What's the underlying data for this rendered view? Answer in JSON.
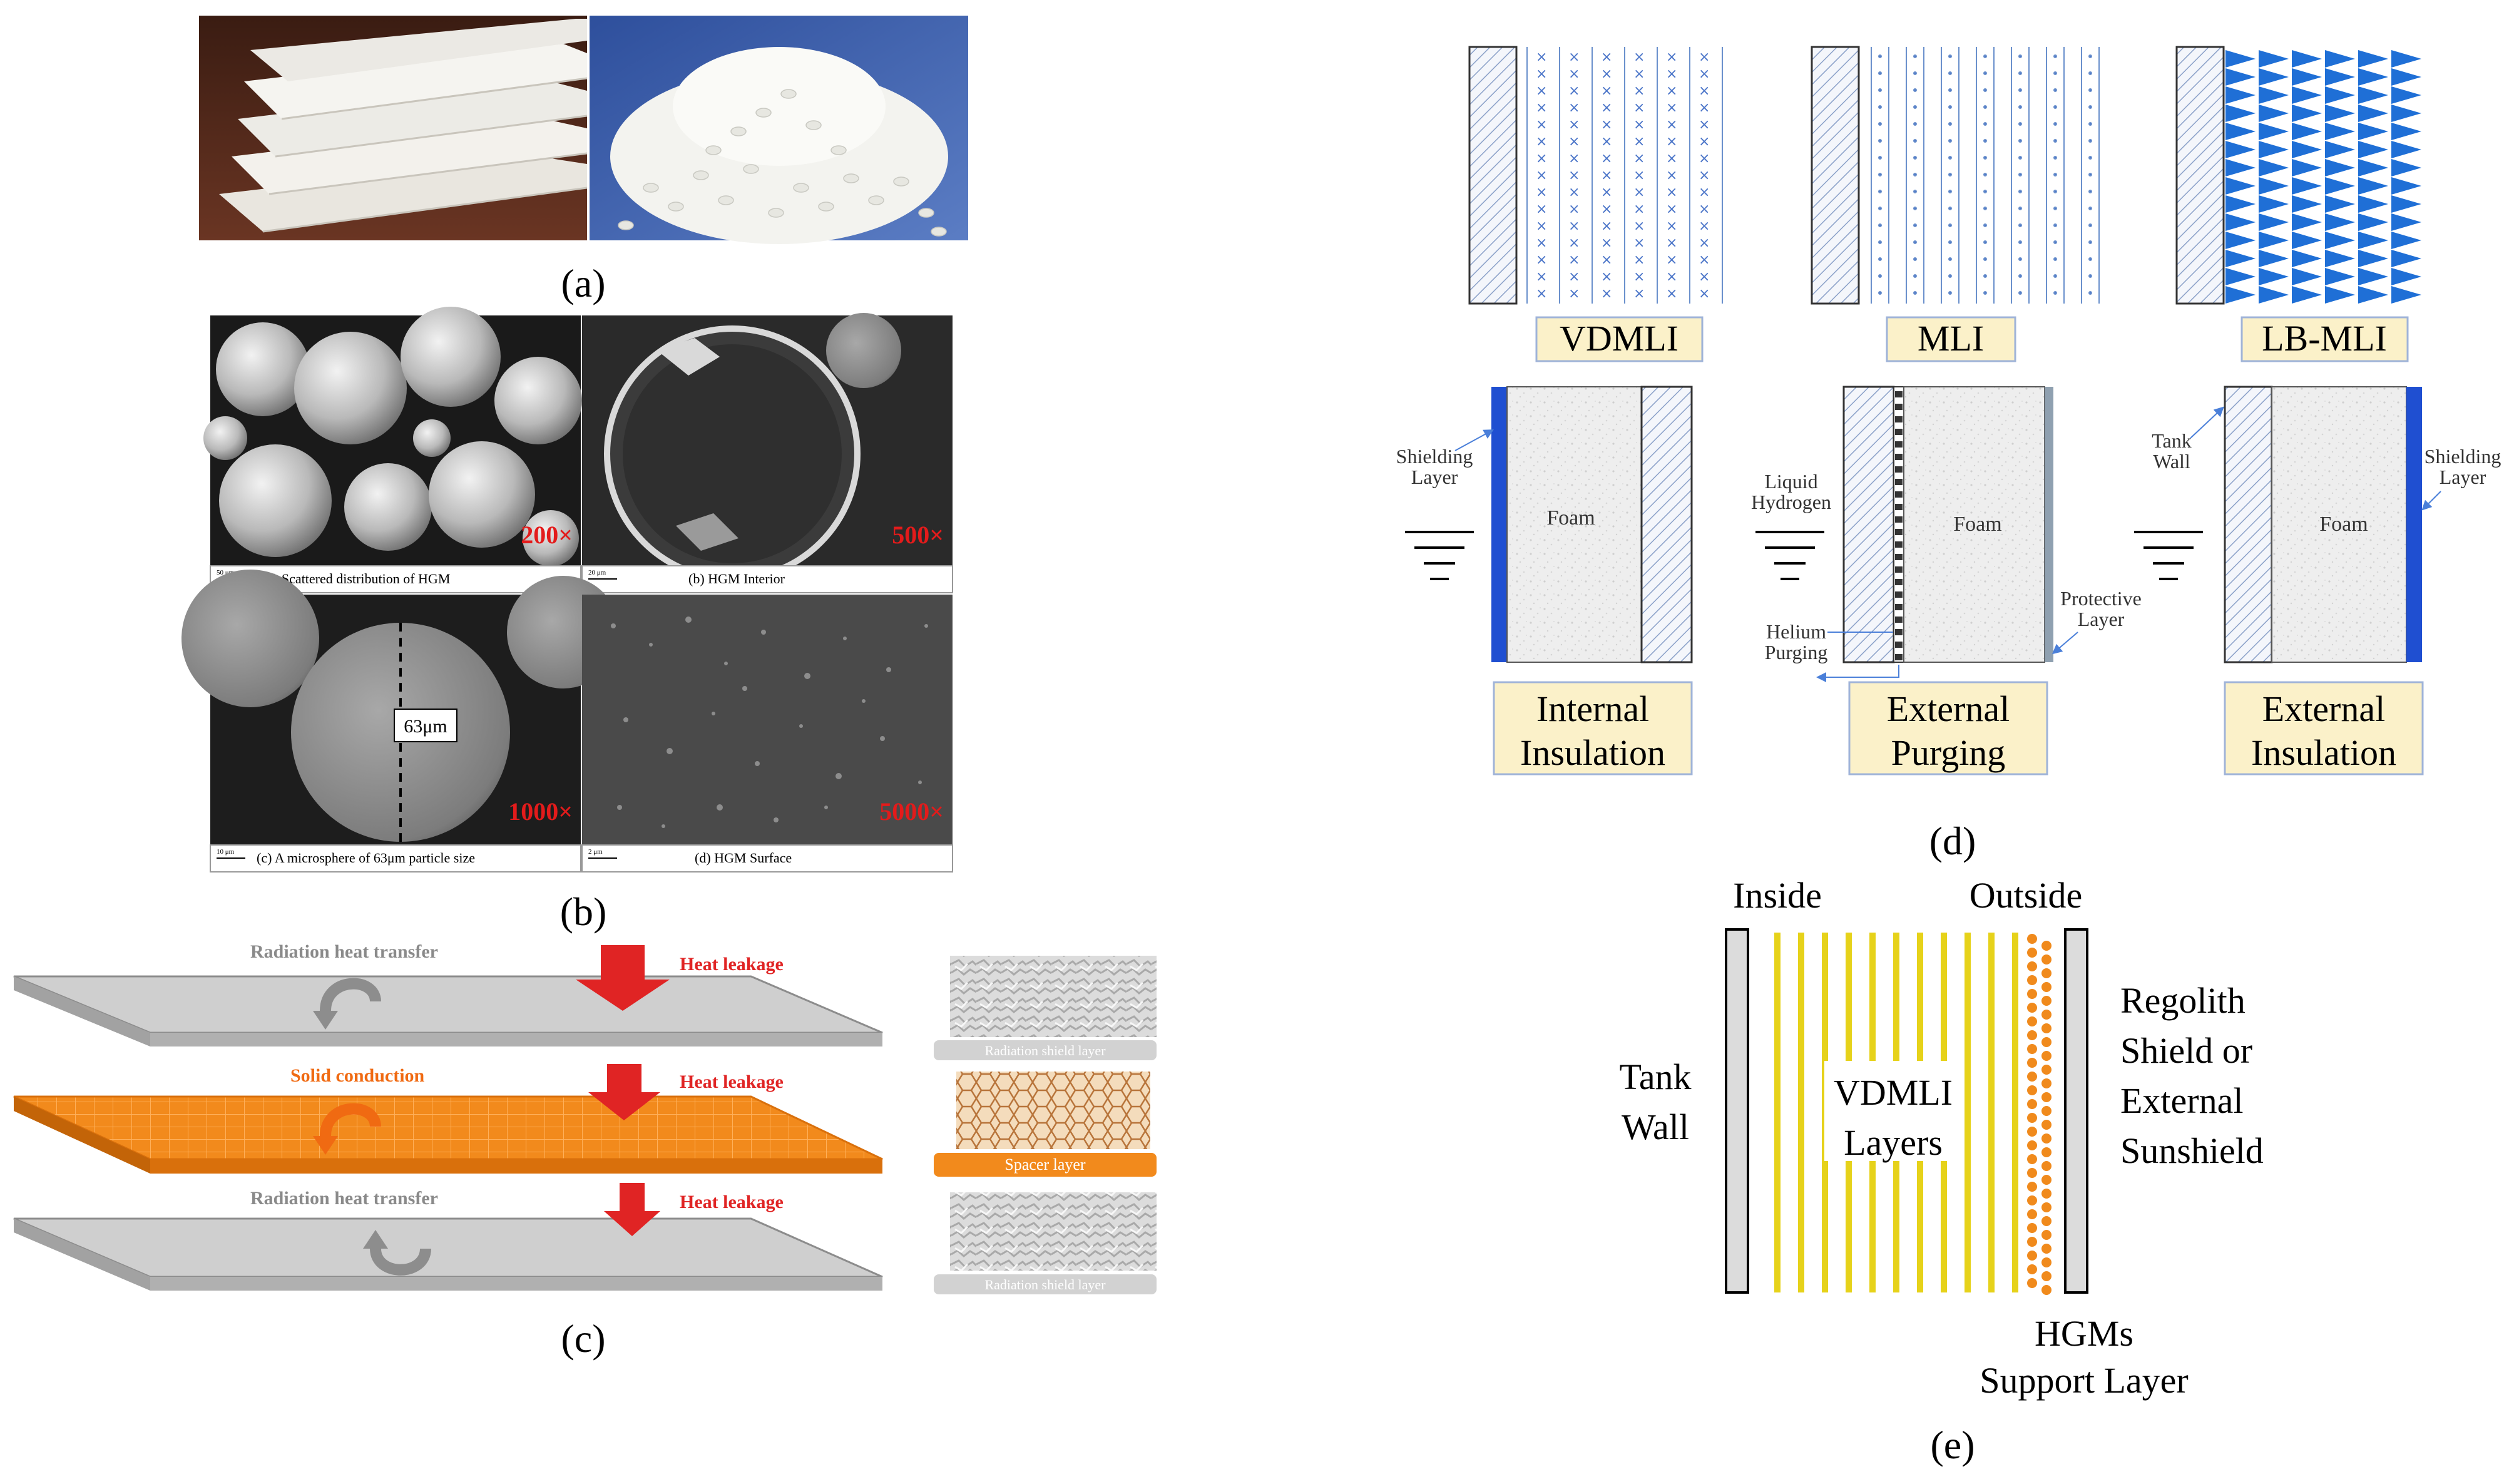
{
  "panel_captions": {
    "a": "(a)",
    "b": "(b)",
    "c": "(c)",
    "d": "(d)",
    "e": "(e)"
  },
  "panel_b": {
    "sem_captions": [
      "(a)  Scattered distribution of HGM",
      "(b)  HGM Interior",
      "(c) A microsphere of 63μm particle size",
      "(d)  HGM Surface"
    ],
    "magnifications": [
      "200×",
      "500×",
      "1000×",
      "5000×"
    ],
    "size_label": "63μm",
    "scale_labels": [
      "50 μm",
      "20 μm",
      "10 μm",
      "2 μm"
    ]
  },
  "panel_c": {
    "radiation_top": "Radiation heat transfer",
    "heat_leak_1": "Heat leakage",
    "solid_conduction": "Solid conduction",
    "heat_leak_2": "Heat leakage",
    "radiation_bottom": "Radiation heat transfer",
    "heat_leak_3": "Heat leakage",
    "swatch_labels": [
      "Radiation shield layer",
      "Spacer layer",
      "Radiation shield layer"
    ]
  },
  "panel_d": {
    "top_labels": [
      "VDMLI",
      "MLI",
      "LB-MLI"
    ],
    "bottom_labels": [
      {
        "line1": "Internal",
        "line2": "Insulation"
      },
      {
        "line1": "External",
        "line2": "Purging"
      },
      {
        "line1": "External",
        "line2": "Insulation"
      }
    ],
    "foam": "Foam",
    "shielding_layer_left": {
      "l1": "Shielding",
      "l2": "Layer"
    },
    "liquid_hydrogen": {
      "l1": "Liquid",
      "l2": "Hydrogen"
    },
    "helium_purging": {
      "l1": "Helium",
      "l2": "Purging"
    },
    "protective_layer": {
      "l1": "Protective",
      "l2": "Layer"
    },
    "tank_wall": {
      "l1": "Tank",
      "l2": "Wall"
    },
    "shielding_layer_right": {
      "l1": "Shielding",
      "l2": "Layer"
    },
    "accent_color": "#1f4fd1"
  },
  "panel_e": {
    "inside": "Inside",
    "outside": "Outside",
    "tank_wall": {
      "l1": "Tank",
      "l2": "Wall"
    },
    "vdmli": {
      "l1": "VDMLI",
      "l2": "Layers"
    },
    "regolith": {
      "l1": "Regolith",
      "l2": "Shield or",
      "l3": "External",
      "l4": "Sunshield"
    },
    "hgms": {
      "l1": "HGMs",
      "l2": "Support Layer"
    },
    "layer_color": "#e6d21a",
    "dot_color": "#f08a1c"
  }
}
